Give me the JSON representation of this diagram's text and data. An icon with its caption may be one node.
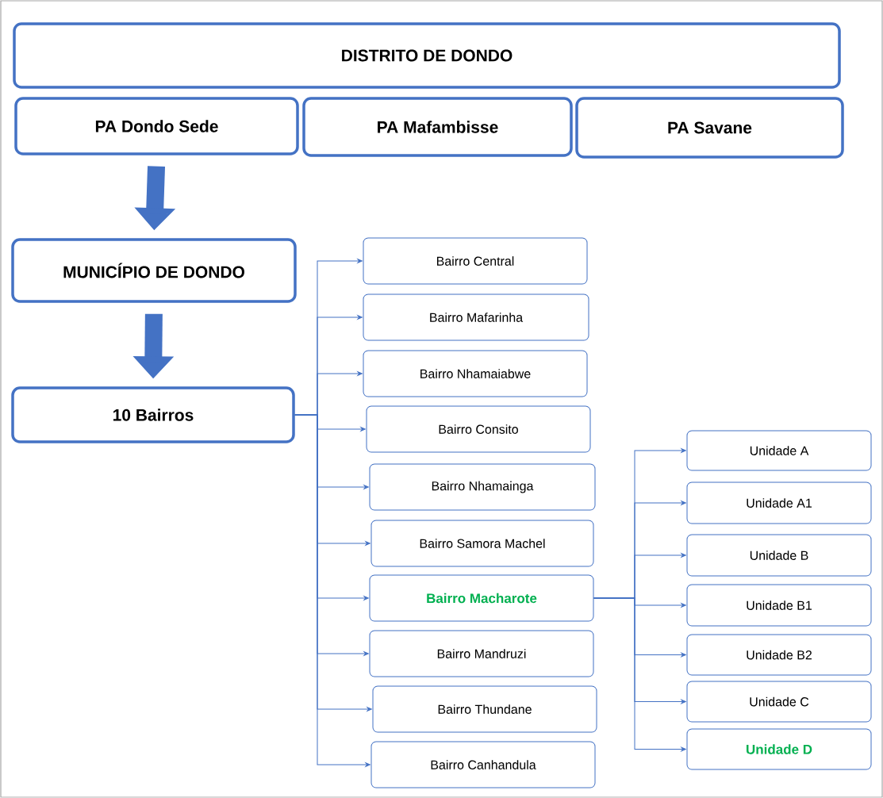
{
  "diagram": {
    "nodes": [
      {
        "text": [
          "DISTRITO DE DONDO"
        ]
      },
      {
        "text": [
          "PA Dondo Sede"
        ]
      },
      {
        "text": [
          "PA Mafambisse"
        ]
      },
      {
        "text": [
          "PA Savane"
        ]
      },
      {
        "text": [
          "MUNICÍPIO DE DONDO"
        ]
      },
      {
        "text": [
          "10 Bairros"
        ]
      },
      {
        "text": [
          "Bairro Central"
        ]
      },
      {
        "text": [
          "Bairro Mafarinha"
        ]
      },
      {
        "text": [
          "Bairro Nhamaiabwe"
        ]
      },
      {
        "text": [
          "Bairro Consito"
        ]
      },
      {
        "text": [
          "Bairro Nhamainga"
        ]
      },
      {
        "text": [
          "Bairro Samora Machel"
        ]
      },
      {
        "text": [
          "Bairro Macharote"
        ]
      },
      {
        "text": [
          "Bairro Mandruzi"
        ]
      },
      {
        "text": [
          "Bairro Thundane"
        ]
      },
      {
        "text": [
          "Bairro Canhandula"
        ]
      },
      {
        "text": [
          "Unidade A"
        ]
      },
      {
        "text": [
          "Unidade A1"
        ]
      },
      {
        "text": [
          "Unidade B"
        ]
      },
      {
        "text": [
          "Unidade B1"
        ]
      },
      {
        "text": [
          "Unidade B2"
        ]
      },
      {
        "text": [
          "Unidade C"
        ]
      },
      {
        "text": [
          "Unidade D"
        ]
      }
    ],
    "edges": [
      {
        "from": 1,
        "to": 4,
        "arrow": "to",
        "style": "thick"
      },
      {
        "from": 4,
        "to": 5,
        "arrow": "to",
        "style": "thick"
      },
      {
        "from": 5,
        "to": 6,
        "arrow": "to"
      },
      {
        "from": 5,
        "to": 7,
        "arrow": "to"
      },
      {
        "from": 5,
        "to": 8,
        "arrow": "to"
      },
      {
        "from": 5,
        "to": 9,
        "arrow": "to"
      },
      {
        "from": 5,
        "to": 10,
        "arrow": "to"
      },
      {
        "from": 5,
        "to": 11,
        "arrow": "to"
      },
      {
        "from": 5,
        "to": 12,
        "arrow": "to"
      },
      {
        "from": 5,
        "to": 13,
        "arrow": "to"
      },
      {
        "from": 5,
        "to": 14,
        "arrow": "to"
      },
      {
        "from": 5,
        "to": 15,
        "arrow": "to"
      },
      {
        "from": 12,
        "to": 16,
        "arrow": "to"
      },
      {
        "from": 12,
        "to": 17,
        "arrow": "to"
      },
      {
        "from": 12,
        "to": 18,
        "arrow": "to"
      },
      {
        "from": 12,
        "to": 19,
        "arrow": "to"
      },
      {
        "from": 12,
        "to": 20,
        "arrow": "to"
      },
      {
        "from": 12,
        "to": 21,
        "arrow": "to"
      },
      {
        "from": 12,
        "to": 22,
        "arrow": "to"
      }
    ]
  }
}
